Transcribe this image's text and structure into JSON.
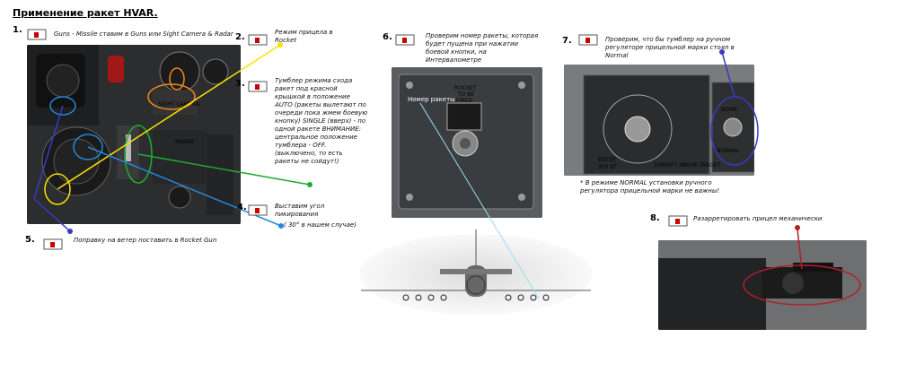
{
  "title": "Применение ракет HVAR.",
  "steps": [
    {
      "num": "1.",
      "text": "Guns - Missile ставим в Guns или Sight Camera & Radar"
    },
    {
      "num": "2.",
      "text": "Режим прицела в Rocket"
    },
    {
      "num": "3.",
      "text": "Тумблер режима схода ракет под красной крышкой в положение AUTO (ракеты вылетают по очереди пока жмем боевую кнопку) SINGLE (вверх) - по одной ракете ВНИМАНИЕ: центральное положение тумблера - OFF. (выключено, то есть ракеты не сойдут!)"
    },
    {
      "num": "4.",
      "text": "Выставим угол пикирования",
      "subtext": "( 30° в нашем случае)"
    },
    {
      "num": "5.",
      "text": "Поправку на ветер поставить в Rocket Gun"
    },
    {
      "num": "6.",
      "text": "Проверим номер ракеты, которая будет пущена при нажатии боевой кнопки, на Интервалометре"
    },
    {
      "num": "7.",
      "text": "Проверим, что бы тумблер на ручном регуляторе прицельной марки стоял в Normal"
    },
    {
      "num": "8.",
      "text": "Разарретировать прицел механически"
    }
  ],
  "footnote": "* В режиме NORMAL установки ручного регулятора прицельной марки не важны!",
  "photo_labels": {
    "rocket_number": "Номер ракеты",
    "rocket_to_be_fired": [
      "ROCKET",
      "TO BE",
      "FIRED"
    ],
    "bomb": "BOMB",
    "normal": "NORMAL",
    "sight_camera": "SIGHT CAMERA",
    "radar": "RADAR",
    "enter": "ENTER",
    "kt": "305 KT",
    "ft": "10000FT ABOVE TARGET"
  },
  "colors": {
    "yellow": "#ffe000",
    "green": "#22aa33",
    "blue": "#2288dd",
    "indigo": "#3a3ac8",
    "orange": "#f08a1c",
    "red": "#b0202a",
    "light_blue": "#99ddee"
  }
}
